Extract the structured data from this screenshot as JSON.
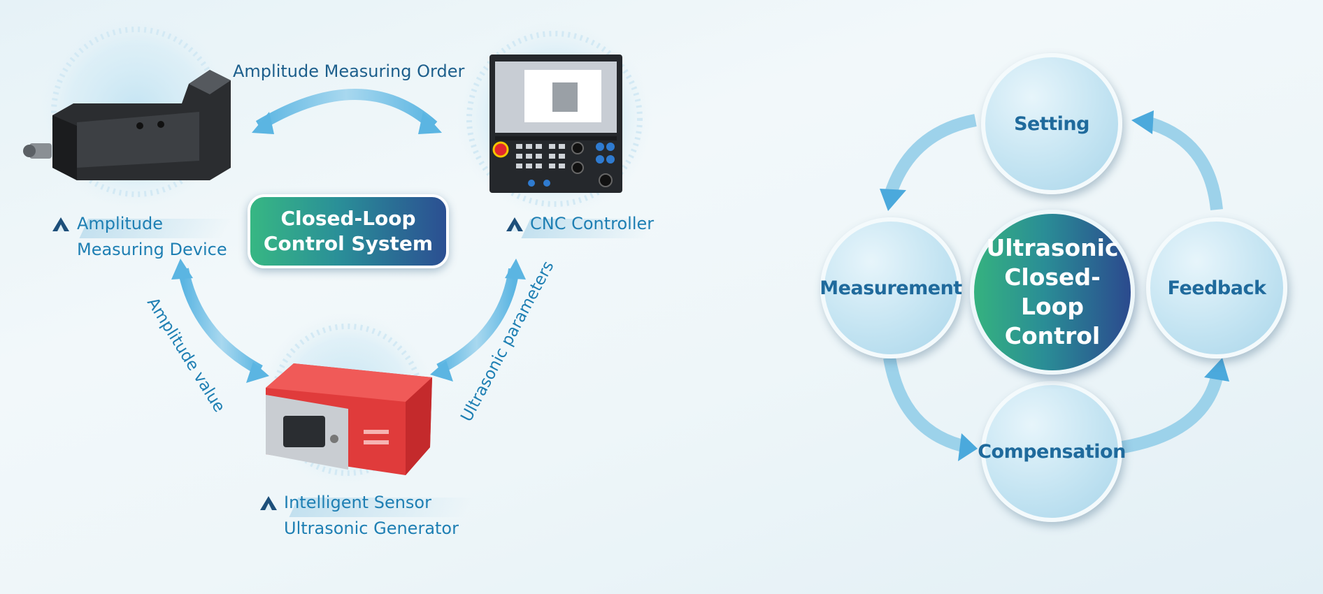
{
  "left": {
    "arrow_labels": {
      "top": "Amplitude Measuring Order",
      "left": "Amplitude value",
      "right": "Ultrasonic parameters"
    },
    "center_badge": {
      "line1": "Closed-Loop",
      "line2": "Control System"
    },
    "devices": {
      "amplitude_device": {
        "line1": "Amplitude",
        "line2": "Measuring Device"
      },
      "cnc_controller": {
        "line1": "CNC Controller"
      },
      "generator": {
        "line1": "Intelligent Sensor",
        "line2": "Ultrasonic Generator"
      }
    }
  },
  "right": {
    "center": {
      "line1": "Ultrasonic",
      "line2": "Closed-Loop",
      "line3": "Control"
    },
    "nodes": {
      "setting": "Setting",
      "measurement": "Measurement",
      "feedback": "Feedback",
      "compensation": "Compensation"
    }
  },
  "colors": {
    "accent_blue": "#1e7fb3",
    "arrow_blue": "#5fb8e3",
    "gradient_green": "#37b783",
    "gradient_navy": "#2b4f92",
    "generator_red": "#e03b3b"
  }
}
